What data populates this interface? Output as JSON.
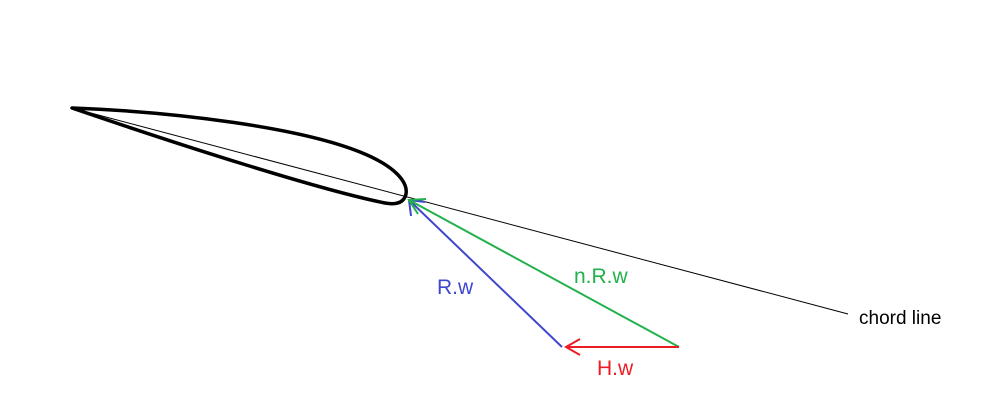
{
  "labels": {
    "chord_line": "chord line",
    "resultant": "R.w",
    "normal": "n.R.w",
    "horizontal": "H.w"
  },
  "colors": {
    "airfoil": "#000000",
    "chord": "#000000",
    "resultant": "#3f48cc",
    "normal": "#22b14c",
    "horizontal": "#ed1c24",
    "chord_text": "#000000"
  }
}
